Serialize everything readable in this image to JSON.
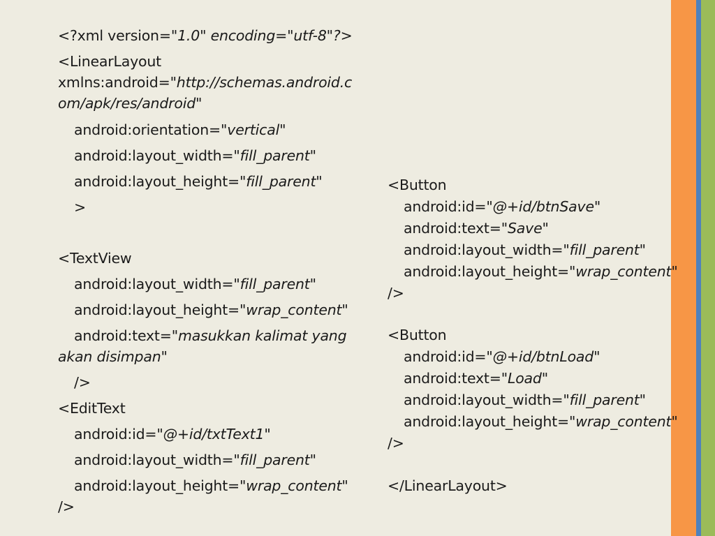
{
  "decor": {
    "background": "#EEECE1",
    "stripes": [
      "#F79646",
      "#4F81BD",
      "#9BBB59"
    ]
  },
  "left_column": [
    {
      "pre": "<?xml version=",
      "val": "\"1.0\" encoding=\"utf-8\"?>",
      "post": ""
    },
    {
      "pre": "<LinearLayout",
      "val": "",
      "post": ""
    },
    {
      "pre": "xmlns:android=",
      "val": "\"http://schemas.android.c",
      "post": ""
    },
    {
      "pre": "",
      "val": "om/apk/res/android\"",
      "post": ""
    },
    {
      "pre": "android:orientation=",
      "val": "\"vertical\"",
      "post": ""
    },
    {
      "pre": "android:layout_width=",
      "val": "\"fill_parent\"",
      "post": ""
    },
    {
      "pre": "android:layout_height=",
      "val": "\"fill_parent\"",
      "post": ""
    },
    {
      "pre": ">",
      "val": "",
      "post": ""
    },
    {
      "pre": "<TextView",
      "val": "",
      "post": ""
    },
    {
      "pre": "android:layout_width=",
      "val": "\"fill_parent\"",
      "post": ""
    },
    {
      "pre": "android:layout_height=",
      "val": "\"wrap_content\"",
      "post": ""
    },
    {
      "pre": "android:text=",
      "val": "\"masukkan kalimat yang",
      "post": ""
    },
    {
      "pre": "",
      "val": "akan disimpan\"",
      "post": ""
    },
    {
      "pre": "/>",
      "val": "",
      "post": ""
    },
    {
      "pre": "<EditText",
      "val": "",
      "post": ""
    },
    {
      "pre": "android:id=",
      "val": "\"@+id/txtText1\"",
      "post": ""
    },
    {
      "pre": "android:layout_width=",
      "val": "\"fill_parent\"",
      "post": ""
    },
    {
      "pre": "android:layout_height=",
      "val": "\"wrap_content\"",
      "post": ""
    },
    {
      "pre": "/>",
      "val": "",
      "post": ""
    }
  ],
  "right_column": [
    {
      "pre": "<Button",
      "val": "",
      "post": ""
    },
    {
      "pre": "android:id=",
      "val": "\"@+id/btnSave\"",
      "post": ""
    },
    {
      "pre": "android:text=",
      "val": "\"Save\"",
      "post": ""
    },
    {
      "pre": "android:layout_width=",
      "val": "\"fill_parent\"",
      "post": ""
    },
    {
      "pre": "android:layout_height=",
      "val": "\"wrap_content\"",
      "post": ""
    },
    {
      "pre": "/>",
      "val": "",
      "post": ""
    },
    {
      "pre": "<Button",
      "val": "",
      "post": ""
    },
    {
      "pre": "android:id=",
      "val": "\"@+id/btnLoad\"",
      "post": ""
    },
    {
      "pre": "android:text=",
      "val": "\"Load\"",
      "post": ""
    },
    {
      "pre": "android:layout_width=",
      "val": "\"fill_parent\"",
      "post": ""
    },
    {
      "pre": "android:layout_height=",
      "val": "\"wrap_content\"",
      "post": ""
    },
    {
      "pre": "/>",
      "val": "",
      "post": ""
    },
    {
      "pre": "</LinearLayout>",
      "val": "",
      "post": ""
    }
  ]
}
